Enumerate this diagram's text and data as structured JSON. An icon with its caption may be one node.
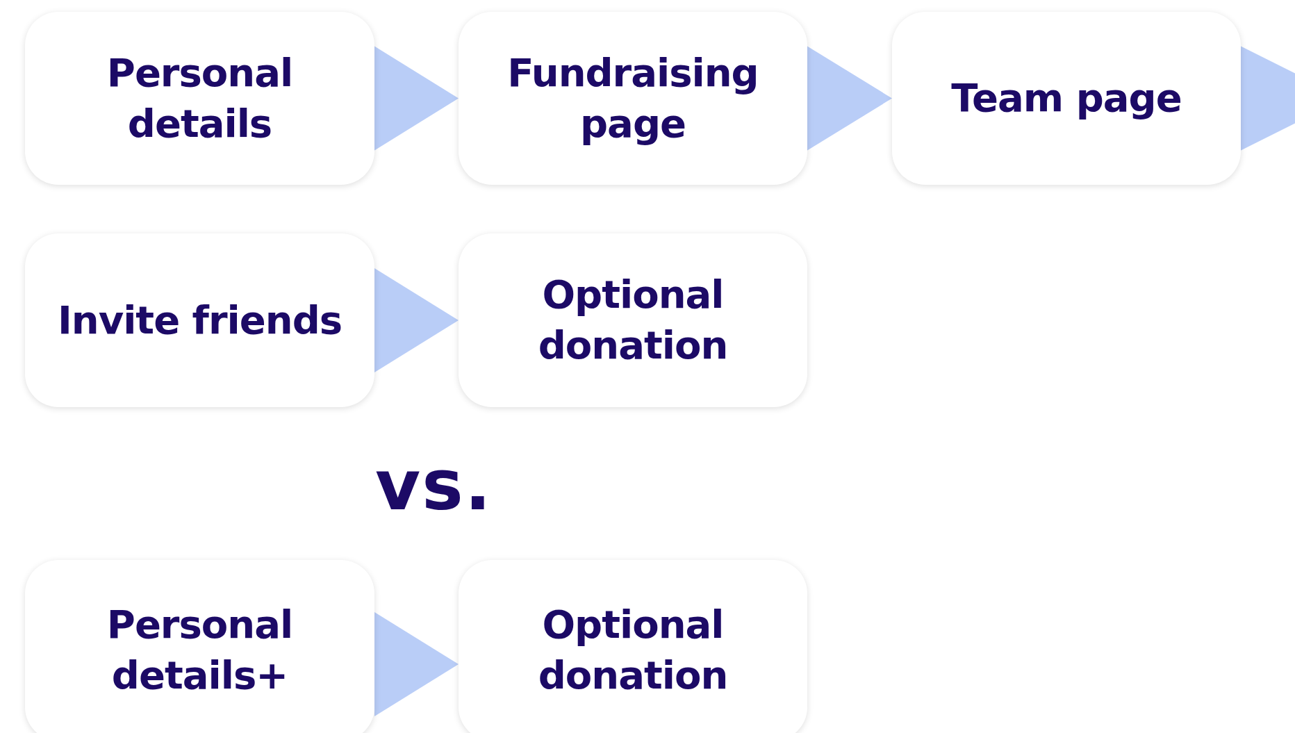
{
  "diagram": {
    "nodes": [
      {
        "text": [
          "Personal details"
        ]
      },
      {
        "text": [
          "Fundraising page"
        ]
      },
      {
        "text": [
          "Team page"
        ]
      },
      {
        "text": [
          "Invite friends"
        ]
      },
      {
        "text": [
          "Optional donation"
        ]
      },
      {
        "text": [
          "Personal details+"
        ]
      },
      {
        "text": [
          "Optional donation"
        ]
      }
    ],
    "edges": [
      {
        "from": 0,
        "to": 1,
        "arrow": "to"
      },
      {
        "from": 1,
        "to": 2,
        "arrow": "to"
      },
      {
        "from": 2,
        "to": null,
        "arrow": "to"
      },
      {
        "from": 3,
        "to": 4,
        "arrow": "to"
      },
      {
        "from": 5,
        "to": 6,
        "arrow": "to"
      }
    ],
    "labels": [
      "vs."
    ]
  }
}
